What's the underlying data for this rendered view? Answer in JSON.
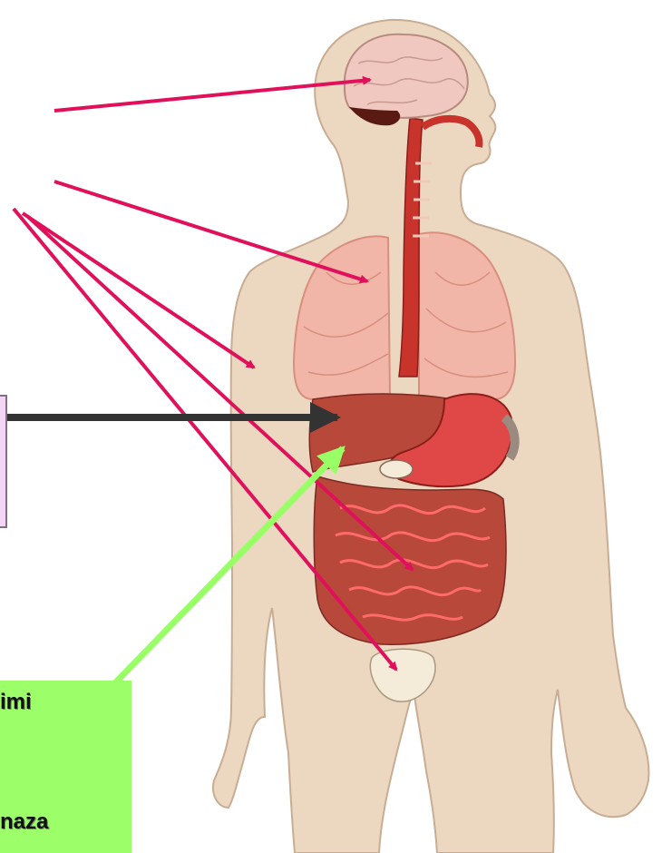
{
  "colors": {
    "skin": "#ecd7c0",
    "skin_outline": "#b79c84",
    "brain": "#f0c8c0",
    "brain_lines": "#c89a90",
    "cerebellum": "#5a1a14",
    "artery": "#c8342c",
    "artery_dark": "#8a1e18",
    "lungs": "#f2b6a8",
    "lung_lines": "#d98e7e",
    "liver": "#b8483a",
    "stomach": "#e04848",
    "intestines": "#d94a42",
    "bladder": "#f4ecd8",
    "pointer_pink": "#e0105a",
    "pointer_black": "#333333",
    "pointer_green": "#99ff66"
  },
  "icons": [
    "human-silhouette",
    "brain-icon",
    "lungs-icon",
    "liver-icon",
    "stomach-icon",
    "intestines-icon",
    "bladder-icon"
  ],
  "green_callout": {
    "line1": "imi",
    "line2": "naza"
  }
}
